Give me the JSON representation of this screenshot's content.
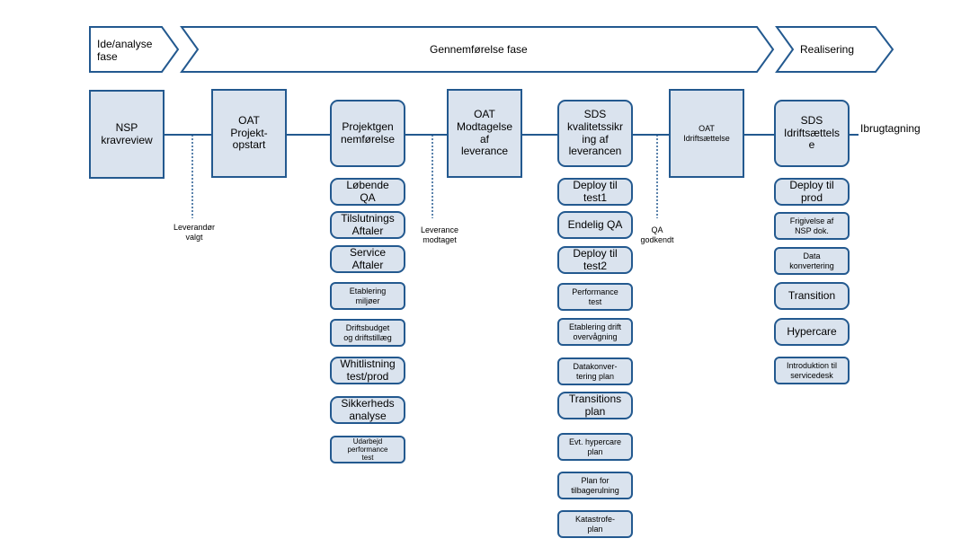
{
  "phases": {
    "ide": "Ide/analyse\nfase",
    "gennem": "Gennemførelse fase",
    "realisering": "Realisering"
  },
  "main": {
    "nsp": "NSP\nkravreview",
    "oat_start": "OAT\nProjekt-\nopstart",
    "projekt": "Projektgen\nnemførelse",
    "oat_modt": "OAT\nModtagelse\naf\nleverance",
    "sds_kval": "SDS\nkvalitetssikr\ning af\nleverancen",
    "oat_idrift": "OAT\nIdriftsættelse",
    "sds_idrift": "SDS\nIdriftsættels\ne"
  },
  "notes": {
    "leverandor": "Leverandør\nvalgt",
    "leverance": "Leverance\nmodtaget",
    "qa": "QA\ngodkendt"
  },
  "end_label": "Ibrugtagning",
  "col_projekt": [
    "Løbende\nQA",
    "Tilslutnings\nAftaler",
    "Service\nAftaler",
    "Etablering\nmiljøer",
    "Driftsbudget\nog driftstillæg",
    "Whitlistning\ntest/prod",
    "Sikkerheds\nanalyse",
    "Udarbejd\nperformance\ntest"
  ],
  "col_sds": [
    "Deploy til\ntest1",
    "Endelig QA",
    "Deploy til\ntest2",
    "Performance\ntest",
    "Etablering drift\novervågning",
    "Datakonver-\ntering plan",
    "Transitions\nplan",
    "Evt. hypercare\nplan",
    "Plan for\ntilbagerulning",
    "Katastrofe-\nplan"
  ],
  "col_idrift": [
    "Deploy til\nprod",
    "Frigivelse af\nNSP dok.",
    "Data\nkonvertering",
    "Transition",
    "Hypercare",
    "Introduktion til\nservicedesk"
  ],
  "colors": {
    "stroke": "#23598f",
    "fill": "#dae3ee"
  }
}
